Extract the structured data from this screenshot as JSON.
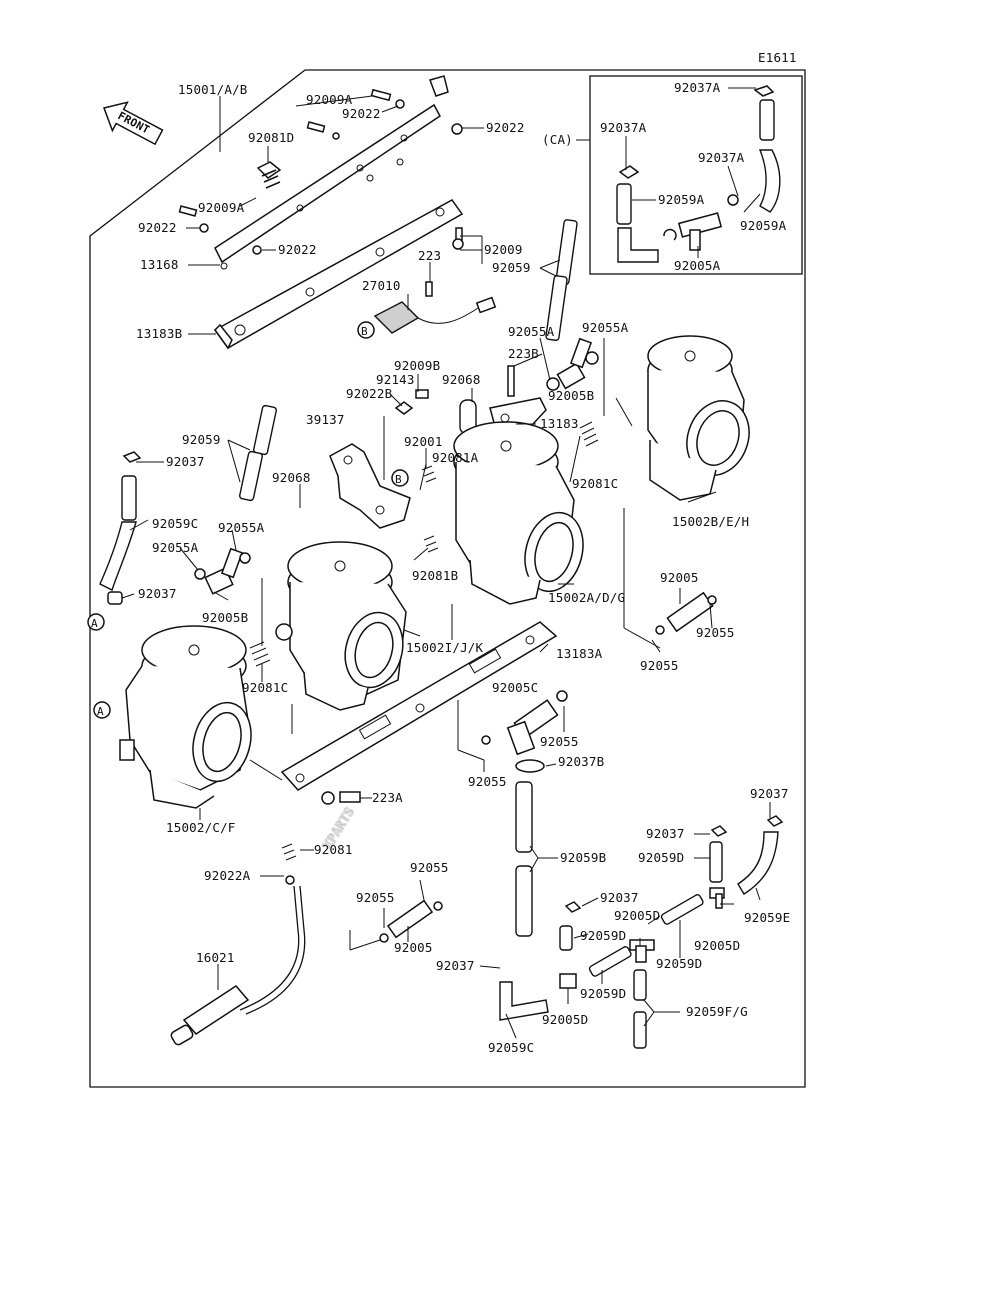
{
  "page_code": "E1611",
  "front_label": "FRONT",
  "watermark": "XPARTS",
  "inset_label": "(CA)",
  "markers": {
    "a": "A",
    "b": "B"
  },
  "parts": {
    "p15001": "15001/A/B",
    "p92009A_top": "92009A",
    "p92022_top": "92022",
    "p92022_right": "92022",
    "p92081D": "92081D",
    "p92009A_mid": "92009A",
    "p92022_left": "92022",
    "p92022_mid": "92022",
    "p13168": "13168",
    "p92009": "92009",
    "p223": "223",
    "p27010": "27010",
    "p13183B": "13183B",
    "p92059_mid": "92059",
    "p92037A_1": "92037A",
    "p92037A_2": "92037A",
    "p92037A_3": "92037A",
    "p92059A_1": "92059A",
    "p92059A_2": "92059A",
    "p92005A": "92005A",
    "p92055A_1": "92055A",
    "p92055A_2": "92055A",
    "p223B": "223B",
    "p92009B": "92009B",
    "p92143": "92143",
    "p92068_top": "92068",
    "p92022B": "92022B",
    "p92005B_top": "92005B",
    "p39137": "39137",
    "p13183": "13183",
    "p92001": "92001",
    "p92081A": "92081A",
    "p92081C_right": "92081C",
    "p92059_left": "92059",
    "p92037_left": "92037",
    "p92068_left": "92068",
    "p15002BEH": "15002B/E/H",
    "p92059C_top": "92059C",
    "p92055A_3": "92055A",
    "p92055A_4": "92055A",
    "p92081B": "92081B",
    "p92037_left2": "92037",
    "p92005B_left": "92005B",
    "p15002ADG": "15002A/D/G",
    "p92005_right": "92005",
    "p92055_right1": "92055",
    "p92055_right2": "92055",
    "p15002IJK": "15002I/J/K",
    "p13183A": "13183A",
    "p92081C_left": "92081C",
    "p92005C": "92005C",
    "p92055_c": "92055",
    "p92055_c2": "92055",
    "p92037B": "92037B",
    "p223A": "223A",
    "p15002CF": "15002/C/F",
    "p92081": "92081",
    "p92037_r1": "92037",
    "p92037_r2": "92037",
    "p92059D_1": "92059D",
    "p92059B": "92059B",
    "p92022A": "92022A",
    "p92055_b1": "92055",
    "p92055_b2": "92055",
    "p92037_b": "92037",
    "p92005D_1": "92005D",
    "p92059E": "92059E",
    "p92005_bottom": "92005",
    "p92059D_2": "92059D",
    "p92005D_2": "92005D",
    "p16021": "16021",
    "p92037_c": "92037",
    "p92059D_3": "92059D",
    "p92059D_4": "92059D",
    "p92005D_3": "92005D",
    "p92059FG": "92059F/G",
    "p92059C_bottom": "92059C"
  }
}
